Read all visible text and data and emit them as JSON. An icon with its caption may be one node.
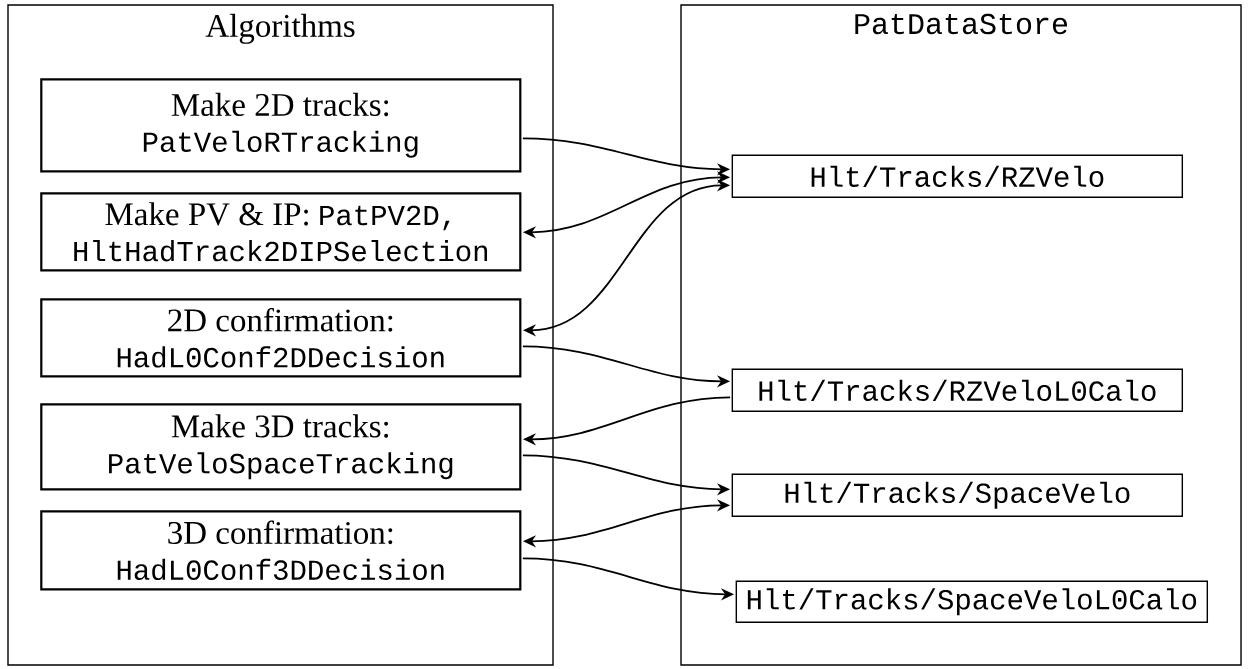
{
  "diagram": {
    "nodes": [
      {
        "text": [
          "Algorithms"
        ]
      },
      {
        "text": [
          "PatDataStore"
        ]
      },
      {
        "text": [
          "Make 2D tracks:",
          "PatVeloRTracking"
        ],
        "in": 0
      },
      {
        "text": [
          "Make PV & IP:",
          "PatPV2D,",
          "HltHadTrack2DIPSelection"
        ],
        "in": 0
      },
      {
        "text": [
          "2D confirmation:",
          "HadL0Conf2DDecision"
        ],
        "in": 0
      },
      {
        "text": [
          "Make 3D tracks:",
          "PatVeloSpaceTracking"
        ],
        "in": 0
      },
      {
        "text": [
          "3D confirmation:",
          "HadL0Conf3DDecision"
        ],
        "in": 0
      },
      {
        "text": [
          "Hlt/Tracks/RZVelo"
        ],
        "in": 1
      },
      {
        "text": [
          "Hlt/Tracks/RZVeloL0Calo"
        ],
        "in": 1
      },
      {
        "text": [
          "Hlt/Tracks/SpaceVelo"
        ],
        "in": 1
      },
      {
        "text": [
          "Hlt/Tracks/SpaceVeloL0Calo"
        ],
        "in": 1
      }
    ],
    "edges": [
      {
        "from": 2,
        "to": 7,
        "arrow": "to"
      },
      {
        "from": 3,
        "to": 7,
        "arrow": "both"
      },
      {
        "from": 4,
        "to": 7,
        "arrow": "both"
      },
      {
        "from": 4,
        "to": 8,
        "arrow": "to"
      },
      {
        "from": 8,
        "to": 5,
        "arrow": "to"
      },
      {
        "from": 5,
        "to": 9,
        "arrow": "to"
      },
      {
        "from": 6,
        "to": 9,
        "arrow": "both"
      },
      {
        "from": 6,
        "to": 10,
        "arrow": "to"
      }
    ]
  }
}
